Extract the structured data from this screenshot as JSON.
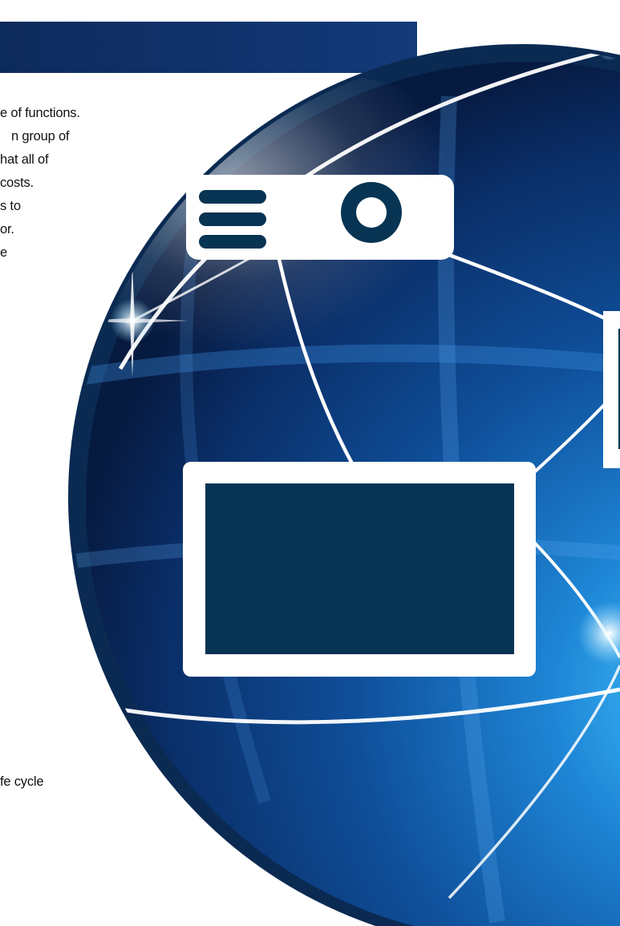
{
  "text_fragments": {
    "line1": "e of functions.",
    "line2": "n group of",
    "line3": "hat all of",
    "line4": "costs.",
    "line5": "s to",
    "line6": "or.",
    "line7": "e",
    "line8": "fe cycle"
  },
  "colors": {
    "header": "#0d2a5c",
    "globe_dark": "#06183a",
    "globe_mid": "#0f4f9a",
    "globe_light": "#2fa9ff",
    "icon_fill": "#073453",
    "icon_frame": "#ffffff"
  },
  "icons": {
    "projector": "projector-icon",
    "screen": "screen-icon",
    "partial_box": "display-box-icon"
  }
}
